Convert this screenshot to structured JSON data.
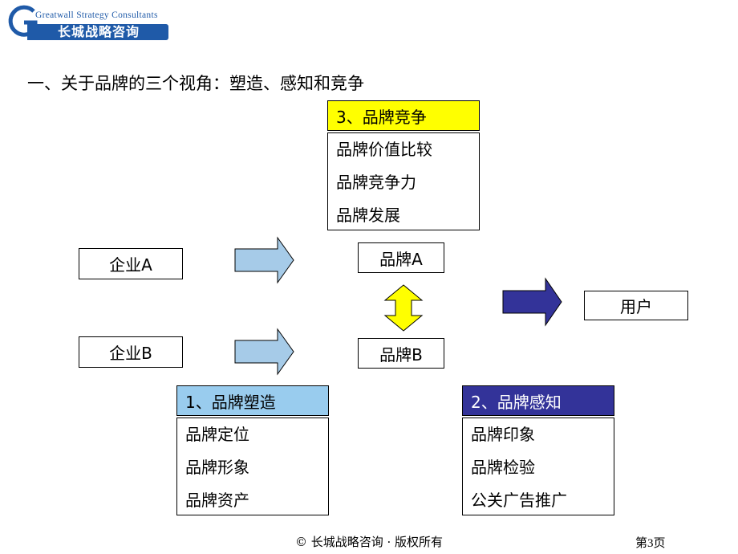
{
  "logo": {
    "english": "Greatwall Strategy Consultants",
    "chinese": "长城战略咨询"
  },
  "title": "一、关于品牌的三个视角：塑造、感知和竞争",
  "panels": {
    "competition": {
      "header": "3、品牌竞争",
      "header_color": "#ffff00",
      "items": [
        "品牌价值比较",
        "品牌竞争力",
        "品牌发展"
      ]
    },
    "shaping": {
      "header": "1、品牌塑造",
      "header_color": "#99ccee",
      "items": [
        "品牌定位",
        "品牌形象",
        "品牌资产"
      ]
    },
    "perception": {
      "header": "2、品牌感知",
      "header_color": "#333399",
      "items": [
        "品牌印象",
        "品牌检验",
        "公关广告推广"
      ]
    }
  },
  "nodes": {
    "company_a": "企业A",
    "company_b": "企业B",
    "brand_a": "品牌A",
    "brand_b": "品牌B",
    "user": "用户"
  },
  "arrows": {
    "light_color": "#a6cbe8",
    "dark_color": "#333399",
    "double_color": "#ffff00"
  },
  "footer": "© 长城战略咨询 · 版权所有",
  "page_number": "第3页"
}
